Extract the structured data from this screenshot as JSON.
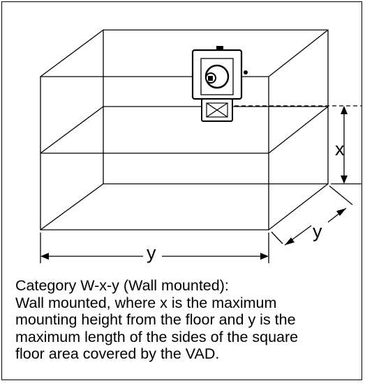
{
  "diagram": {
    "dimension_labels": {
      "height": "x",
      "depth": "y",
      "width": "y"
    }
  },
  "caption": {
    "lines": [
      "Category W-x-y (Wall mounted):",
      "Wall mounted, where x is the maximum",
      "mounting height from the floor and y is the",
      "maximum length of the sides of the square",
      "floor area covered by the VAD."
    ]
  }
}
